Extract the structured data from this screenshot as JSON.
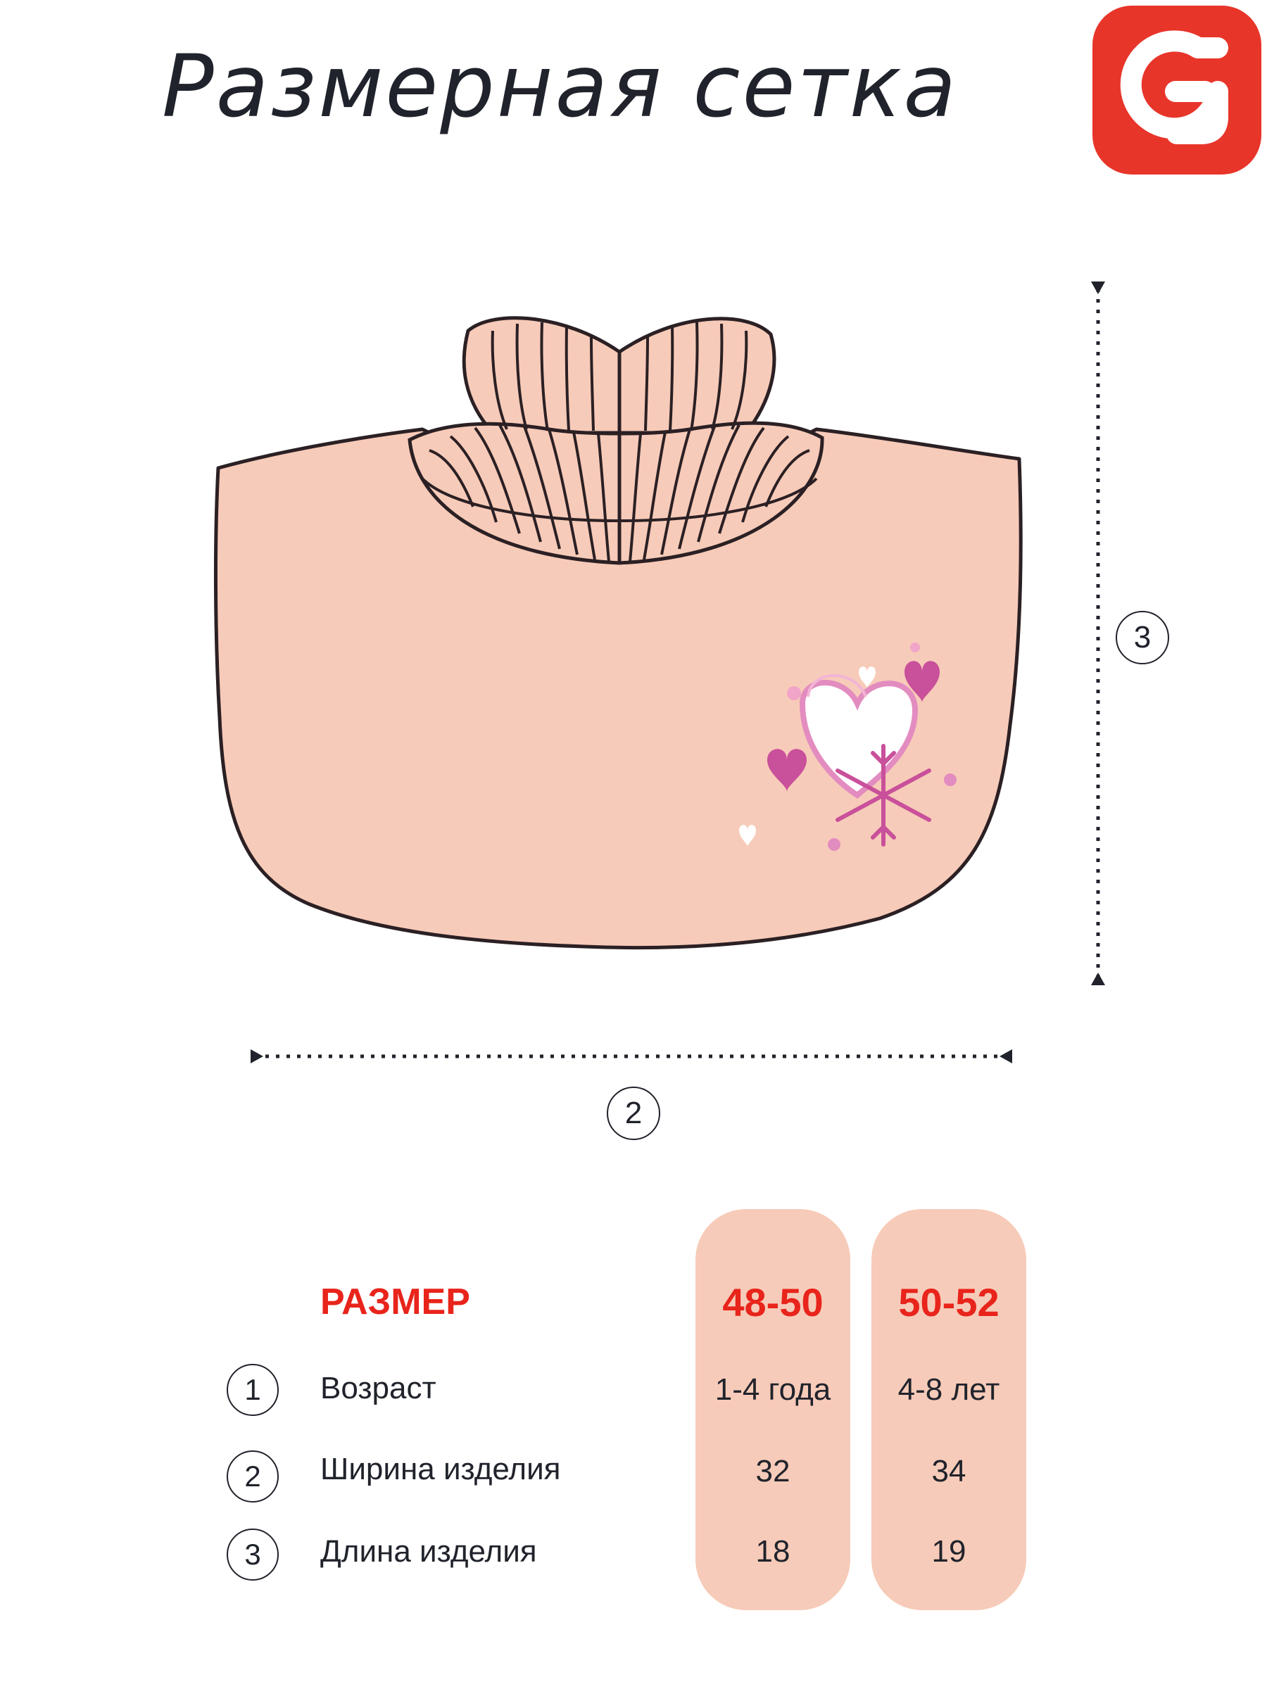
{
  "title": "Размерная сетка",
  "dimension_markers": {
    "width_marker": "2",
    "length_marker": "3"
  },
  "table": {
    "header_label": "РАЗМЕР",
    "sizes": [
      "48-50",
      "50-52"
    ],
    "rows": [
      {
        "num": "1",
        "label": "Возраст",
        "values": [
          "1-4 года",
          "4-8 лет"
        ]
      },
      {
        "num": "2",
        "label": "Ширина изделия",
        "values": [
          "32",
          "34"
        ]
      },
      {
        "num": "3",
        "label": "Длина изделия",
        "values": [
          "18",
          "19"
        ]
      }
    ]
  },
  "colors": {
    "accent_red": "#e8241b",
    "garment_fill": "#f7cbb9",
    "outline": "#2b2024",
    "heart_pink": "#d95fa8"
  }
}
